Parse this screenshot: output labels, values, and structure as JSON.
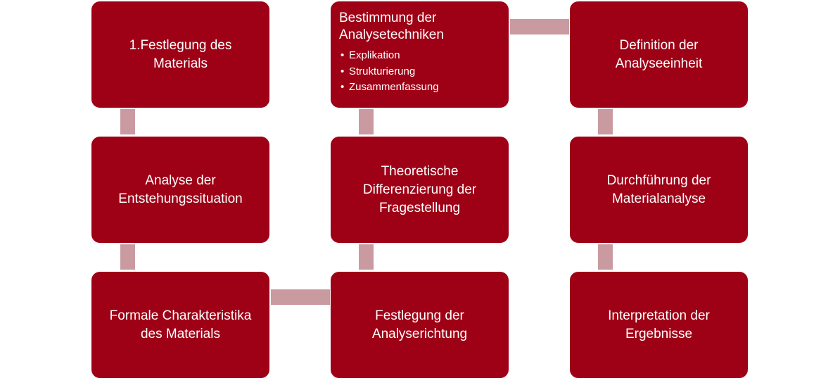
{
  "diagram": {
    "boxes": [
      {
        "id": "festlegung-material",
        "label": "1.Festlegung des\nMaterials"
      },
      {
        "id": "analyse-entstehung",
        "label": "Analyse der\nEntstehungssituation"
      },
      {
        "id": "formale-charakteristika",
        "label": "Formale Charakteristika\ndes Materials"
      },
      {
        "id": "festlegung-analyserichtung",
        "label": "Festlegung der\nAnalyserichtung"
      },
      {
        "id": "theoretische-differenzierung",
        "label": "Theoretische\nDifferenzierung der\nFragestellung"
      },
      {
        "id": "bestimmung-analysetechniken",
        "label": "Bestimmung der\nAnalysetechniken",
        "bullets": [
          "Explikation",
          "Strukturierung",
          "Zusammenfassung"
        ]
      },
      {
        "id": "definition-analyseeinheit",
        "label": "Definition der\nAnalyseeinheit"
      },
      {
        "id": "durchfuehrung-materialanalyse",
        "label": "Durchführung der\nMaterialanalyse"
      },
      {
        "id": "interpretation-ergebnisse",
        "label": "Interpretation der\nErgebnisse"
      }
    ],
    "colors": {
      "box_fill": "#9e0016",
      "connector_fill": "#c99ba1",
      "text": "#ffffff"
    }
  }
}
